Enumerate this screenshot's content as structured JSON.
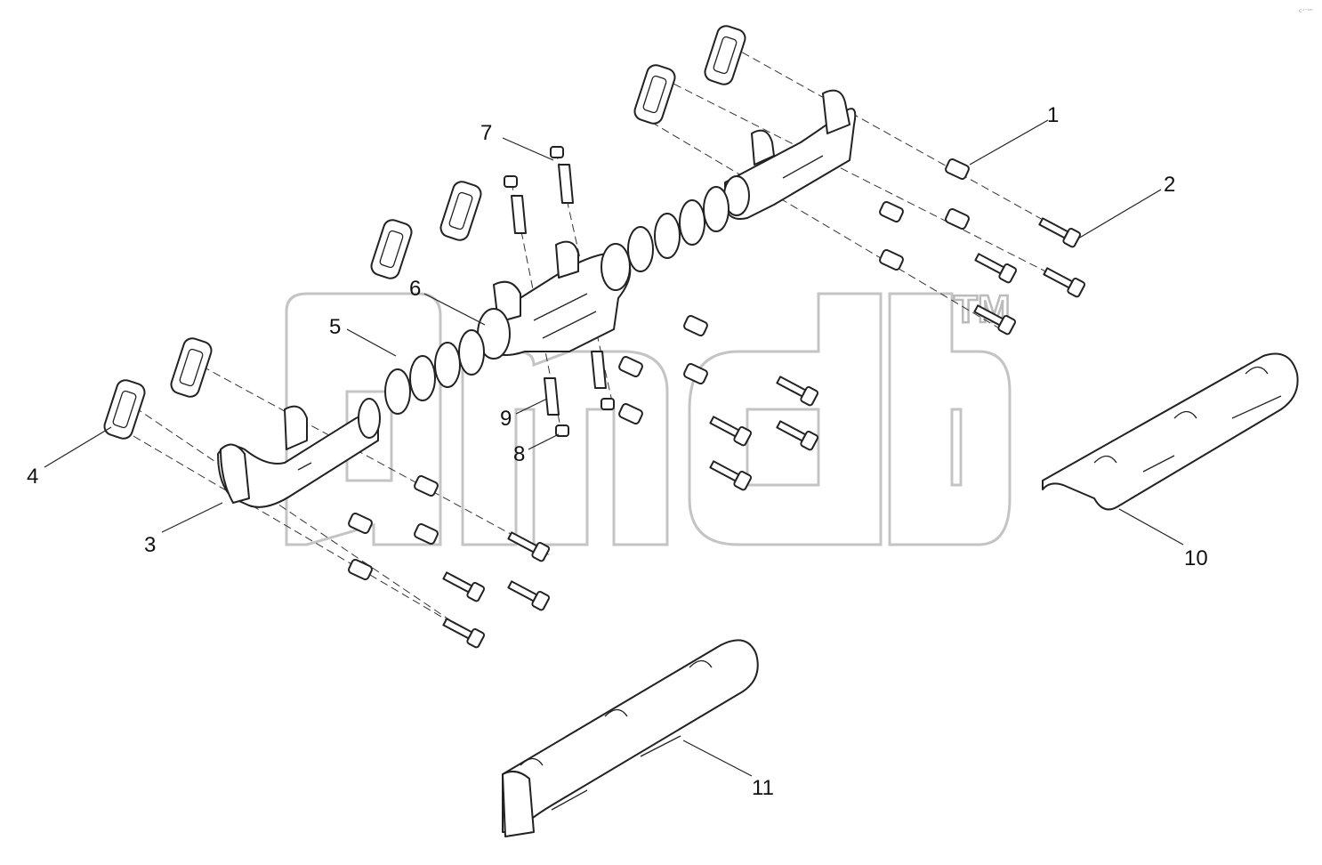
{
  "figure": {
    "corner_mark": "c·ᴵ⁻ˢᵐ",
    "watermark_tm": "TM",
    "callouts": [
      {
        "id": 1,
        "label": "1"
      },
      {
        "id": 2,
        "label": "2"
      },
      {
        "id": 3,
        "label": "3"
      },
      {
        "id": 4,
        "label": "4"
      },
      {
        "id": 5,
        "label": "5"
      },
      {
        "id": 6,
        "label": "6"
      },
      {
        "id": 7,
        "label": "7"
      },
      {
        "id": 8,
        "label": "8"
      },
      {
        "id": 9,
        "label": "9"
      },
      {
        "id": 10,
        "label": "10"
      },
      {
        "id": 11,
        "label": "11"
      }
    ]
  }
}
